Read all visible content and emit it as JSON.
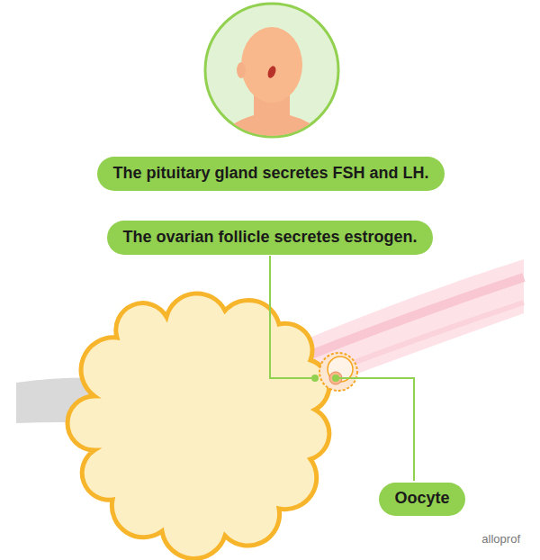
{
  "diagram": {
    "nodes": [
      {
        "text": [
          "The pituitary gland secretes FSH and LH."
        ]
      },
      {
        "text": [
          "The ovarian follicle secretes estrogen."
        ]
      },
      {
        "text": [
          "Oocyte"
        ]
      }
    ],
    "edges": [],
    "labels": [
      "alloprof"
    ]
  }
}
